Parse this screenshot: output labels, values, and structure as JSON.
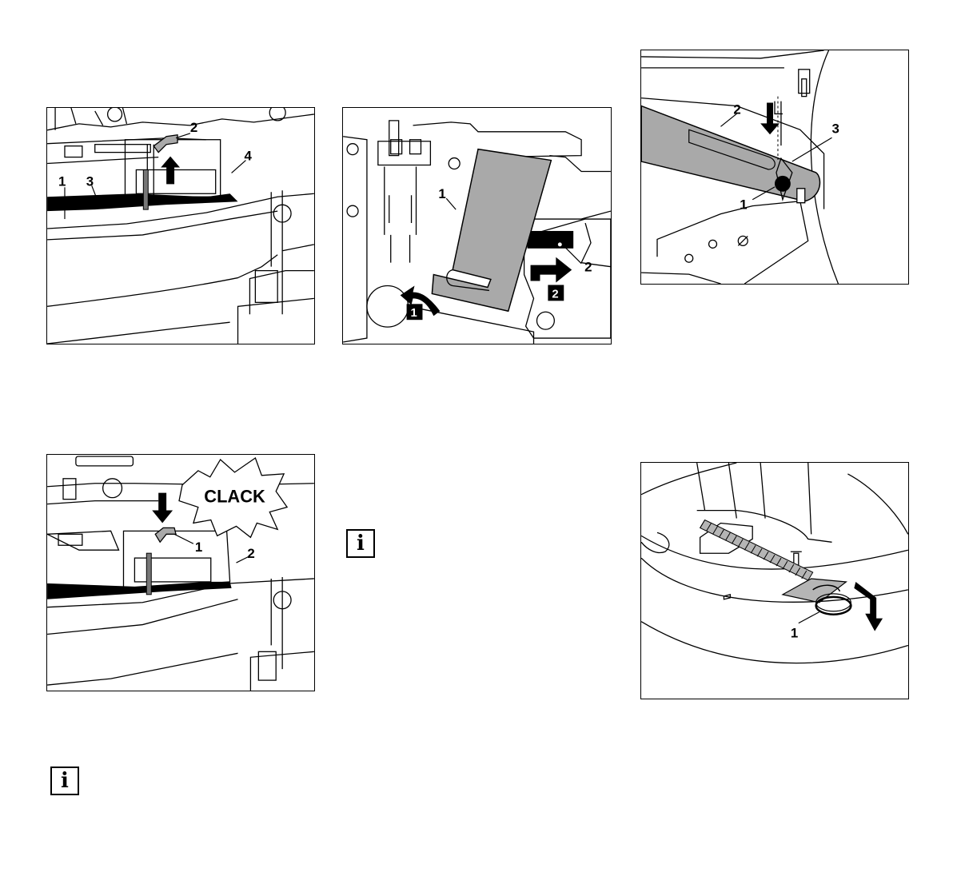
{
  "figures": {
    "fig1": {
      "callouts": [
        "1",
        "3",
        "2",
        "4"
      ]
    },
    "fig2": {
      "callouts": [
        "1",
        "2"
      ],
      "steps": [
        "1",
        "2"
      ]
    },
    "fig3": {
      "callouts": [
        "2",
        "3",
        "1"
      ]
    },
    "fig4": {
      "callouts": [
        "1",
        "2"
      ],
      "sound": "CLACK"
    },
    "fig5": {
      "callouts": [
        "1"
      ]
    }
  },
  "info_notes": [
    {
      "glyph": "i",
      "icon": "info-icon"
    },
    {
      "glyph": "i",
      "icon": "info-icon"
    }
  ],
  "colors": {
    "outline": "#000000",
    "fill_gray": "#a9a9a9",
    "background": "#ffffff"
  }
}
